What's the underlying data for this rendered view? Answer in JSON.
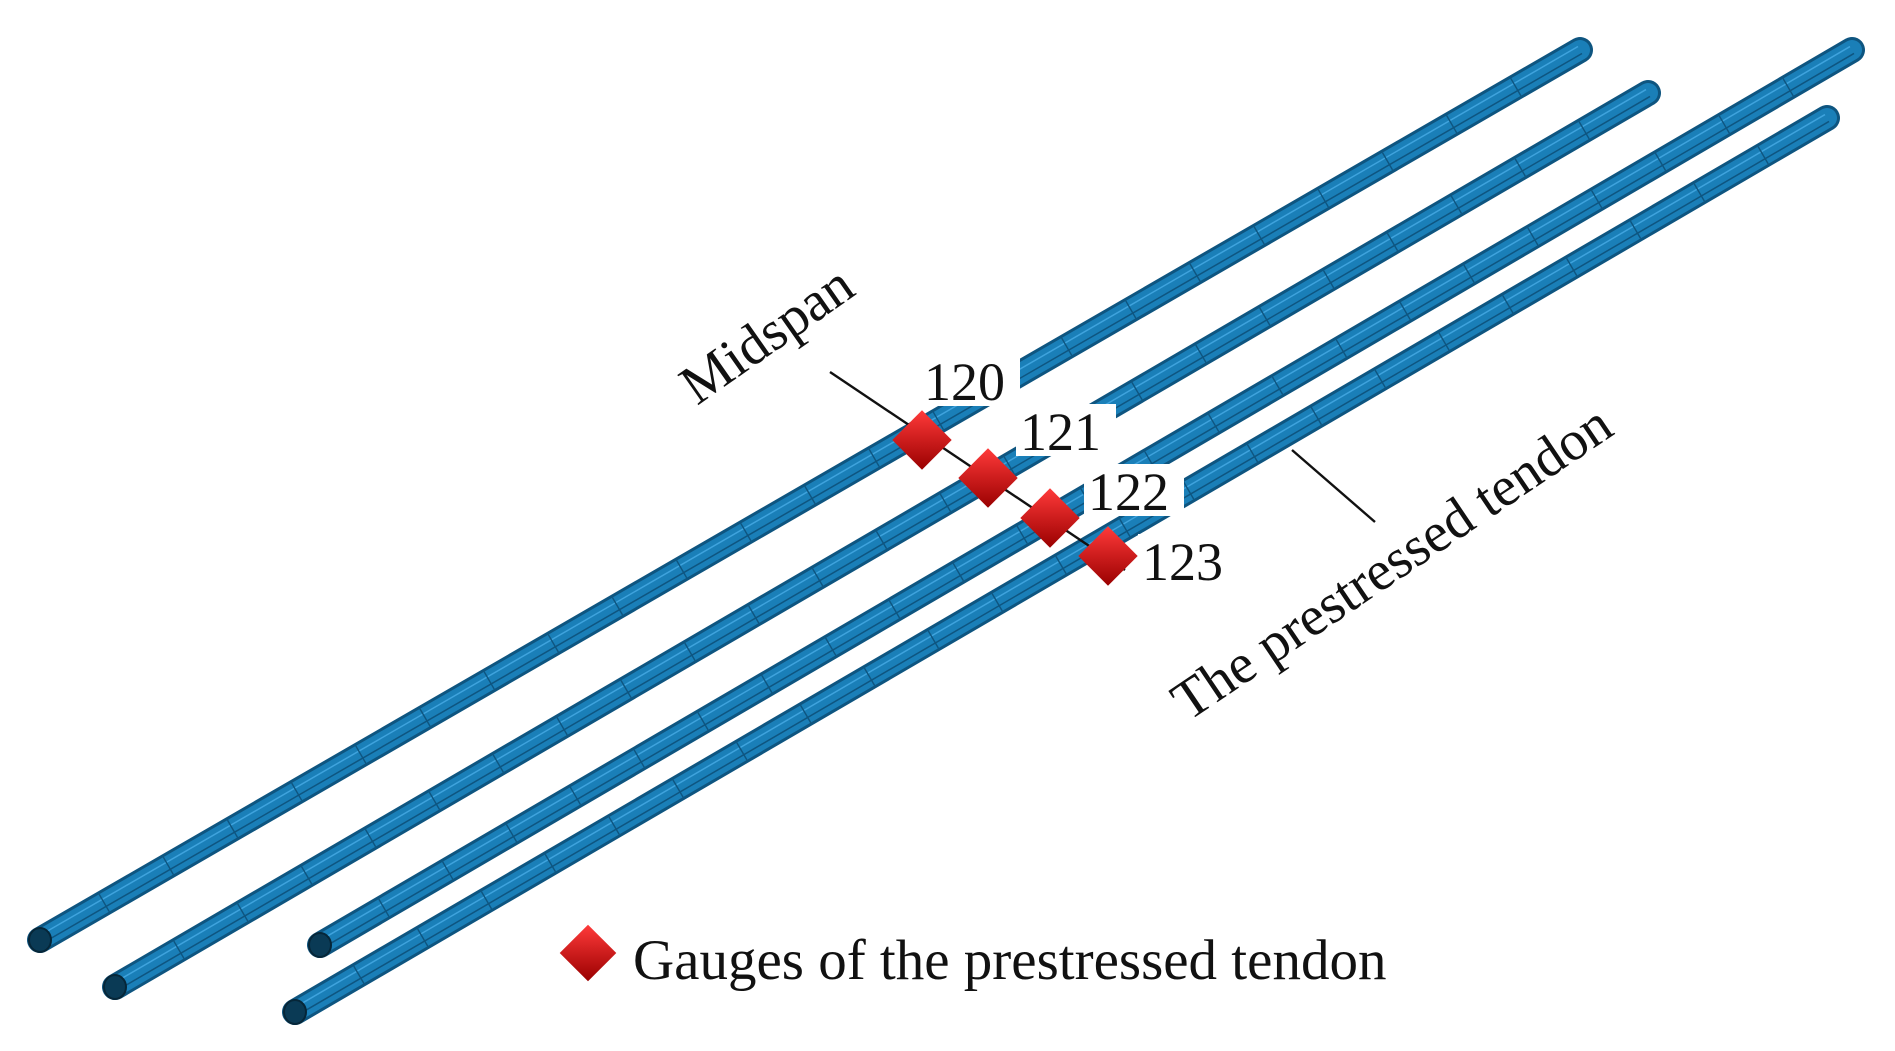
{
  "labels": {
    "midspan": "Midspan",
    "tendon": "The prestressed tendon",
    "legend": "Gauges of the prestressed tendon"
  },
  "gauges": [
    {
      "id": "120"
    },
    {
      "id": "121"
    },
    {
      "id": "122"
    },
    {
      "id": "123"
    }
  ],
  "colors": {
    "tendon": "#1a7fb8",
    "tendon_dark": "#0e5580",
    "tendon_light": "#3fa3dd",
    "gauge": "#e01010",
    "gauge_dark": "#8a0000",
    "text": "#111111"
  }
}
